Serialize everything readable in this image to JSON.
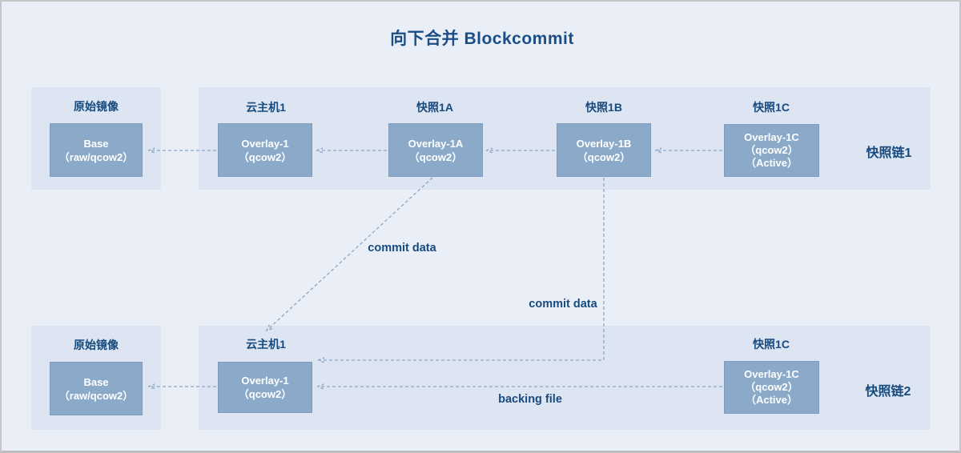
{
  "title": "向下合并 Blockcommit",
  "colors": {
    "accent_text": "#1b4e87",
    "panel_fill": "#dce5f1",
    "node_fill": "#8baac9",
    "node_text": "#ffffff",
    "dash_line": "#8ba6c6",
    "page_bg": "#e9eef7",
    "frame_border": "#c6c6c6"
  },
  "chain1": {
    "chain_label": "快照链1",
    "origin": {
      "panel_title": "原始镜像",
      "node": {
        "line1": "Base",
        "line2": "（raw/qcow2）"
      }
    },
    "nodes": [
      {
        "title": "云主机1",
        "line1": "Overlay-1",
        "line2": "（qcow2）"
      },
      {
        "title": "快照1A",
        "line1": "Overlay-1A",
        "line2": "（qcow2）"
      },
      {
        "title": "快照1B",
        "line1": "Overlay-1B",
        "line2": "（qcow2）"
      },
      {
        "title": "快照1C",
        "line1": "Overlay-1C",
        "line2": "（qcow2）",
        "line3": "（Active）"
      }
    ]
  },
  "chain2": {
    "chain_label": "快照链2",
    "origin": {
      "panel_title": "原始镜像",
      "node": {
        "line1": "Base",
        "line2": "（raw/qcow2）"
      }
    },
    "nodes": [
      {
        "title": "云主机1",
        "line1": "Overlay-1",
        "line2": "（qcow2）"
      },
      {
        "title": "快照1C",
        "line1": "Overlay-1C",
        "line2": "（qcow2）",
        "line3": "（Active）"
      }
    ]
  },
  "annotations": {
    "commit_data_top": "commit data",
    "commit_data_bottom": "commit data",
    "backing_file": "backing file"
  }
}
